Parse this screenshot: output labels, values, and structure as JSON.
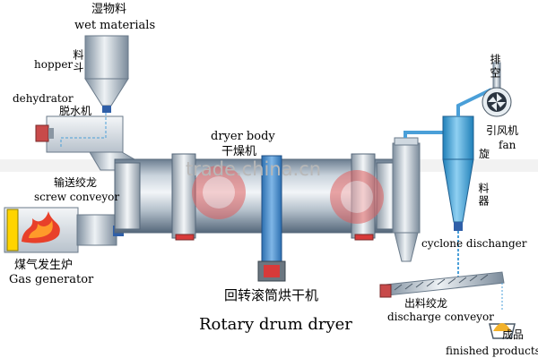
{
  "colors": {
    "metal_dark": "#5f7183",
    "metal_light": "#e6ecf2",
    "cyclone_blue": "#3aa0d8",
    "pipe_blue": "#4a9fd8",
    "red_accent": "#d83a3a",
    "flame_red": "#e8402a",
    "flame_yellow": "#ffd400",
    "motor_gray": "#6b7680",
    "watermark": "#b8b8b8"
  },
  "icons": [
    "hopper-icon",
    "dehydrator-icon",
    "screw-conveyor-icon",
    "gas-generator-icon",
    "flame-icon",
    "drum-icon",
    "cyclone-icon",
    "fan-icon",
    "discharge-conveyor-icon",
    "finished-products-icon",
    "watermark-logo-icon"
  ],
  "labels": {
    "wet_materials_cn": "湿物料",
    "wet_materials_en": "wet materials",
    "hopper_en": "hopper",
    "hopper_cn": "料斗",
    "dehydrator_en": "dehydrator",
    "dehydrator_cn": "脱水机",
    "screw_cn": "输送绞龙",
    "screw_en": "screw conveyor",
    "dryer_body_en": "dryer body",
    "dryer_body_cn": "干燥机",
    "gas_cn": "煤气发生炉",
    "gas_en": "Gas generator",
    "rotary_cn": "回转滚筒烘干机",
    "rotary_en": "Rotary drum dryer",
    "exhaust_cn": "排空",
    "fan_cn": "引风机",
    "fan_en": "fan",
    "cyclone_cn_v": "旋",
    "cyclone_cn_v2": "料器",
    "cyclone_en": "cyclone dischanger",
    "discharge_cn": "出料绞龙",
    "discharge_en": "discharge conveyor",
    "finished_cn": "成品",
    "finished_en": "finished products",
    "watermark": "trade.china.cn"
  }
}
